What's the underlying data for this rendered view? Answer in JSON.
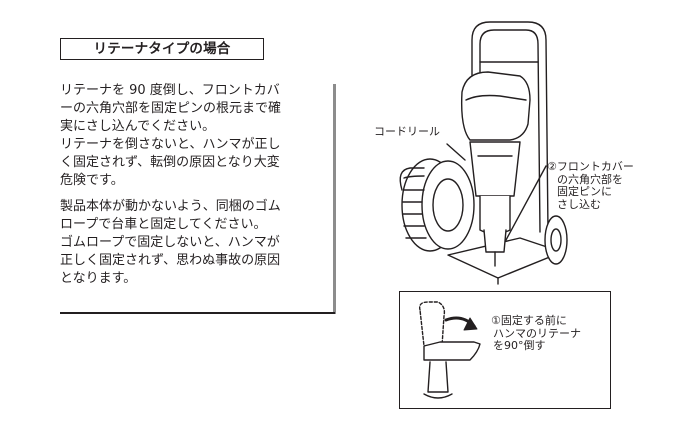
{
  "heading": "リテーナタイプの場合",
  "paragraphs": [
    {
      "lines": [
        "リテーナを 90 度倒し、フロントカバ",
        "ーの六角穴部を固定ピンの根元まで確",
        "実にさし込んでください。",
        "リテーナを倒さないと、ハンマが正し",
        "く固定されず、転倒の原因となり大変",
        "危険です。"
      ]
    },
    {
      "lines": [
        "製品本体が動かないよう、同梱のゴム",
        "ロープで台車と固定してください。",
        "ゴムロープで固定しないと、ハンマが",
        "正しく固定されず、思わぬ事故の原因",
        "となります。"
      ]
    }
  ],
  "illustration": {
    "cord_reel_label": "コードリール",
    "front_cover_label": [
      "②フロントカバー",
      "の六角穴部を",
      "固定ピンに",
      "さし込む"
    ],
    "retainer_label": [
      "①固定する前に",
      "ハンマのリテーナ",
      "を90°倒す"
    ]
  }
}
